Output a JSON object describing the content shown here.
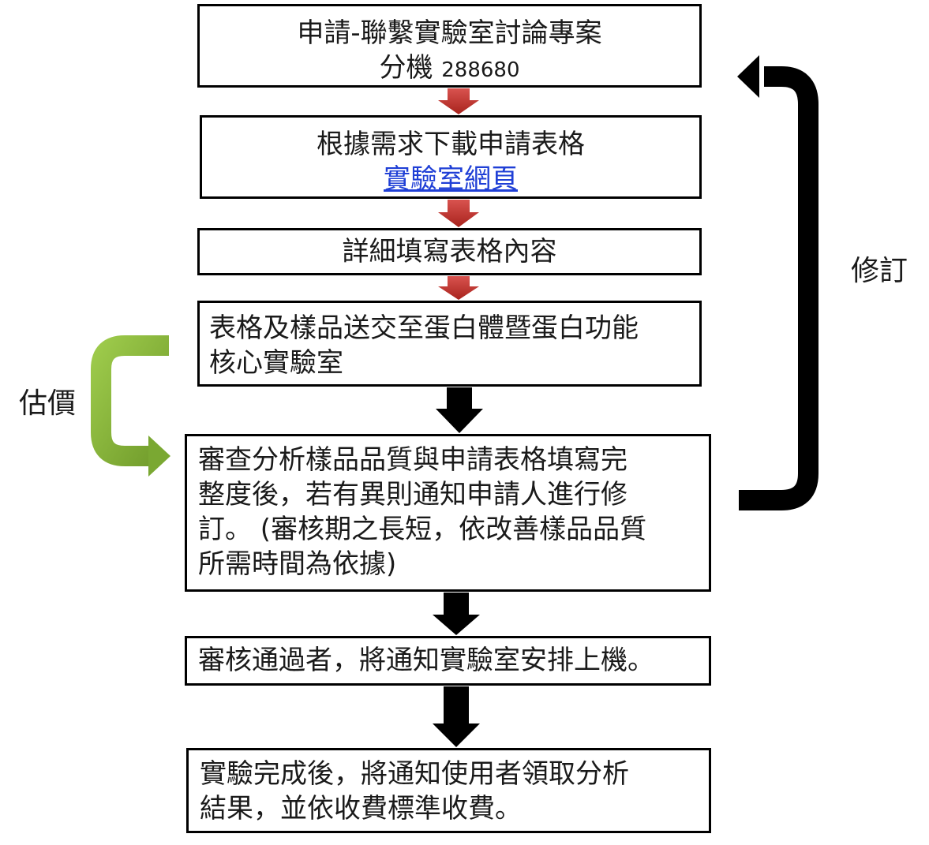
{
  "steps": [
    {
      "line1": "申請-聯繫實驗室討論專案",
      "line2_prefix": "分機 ",
      "line2_number": "288680"
    },
    {
      "line1": "根據需求下載申請表格",
      "link": "實驗室網頁"
    },
    {
      "line1": "詳細填寫表格內容"
    },
    {
      "line1": "表格及樣品送交至蛋白體暨蛋白功能",
      "line2": "核心實驗室"
    },
    {
      "lines": [
        "審查分析樣品品質與申請表格填寫完",
        "整度後，若有異則通知申請人進行修",
        "訂。 (審核期之長短，依改善樣品品質",
        "所需時間為依據)"
      ]
    },
    {
      "line1": "審核通過者，將通知實驗室安排上機。"
    },
    {
      "lines": [
        "實驗完成後，將通知使用者領取分析",
        "結果，並依收費標準收費。"
      ]
    }
  ],
  "loops": {
    "revise_label": "修訂",
    "estimate_label": "估價"
  },
  "colors": {
    "red_arrow": "#c0392b",
    "black_arrow": "#000000",
    "green_arrow": "#8ab83a",
    "link": "#1f3fd6"
  }
}
